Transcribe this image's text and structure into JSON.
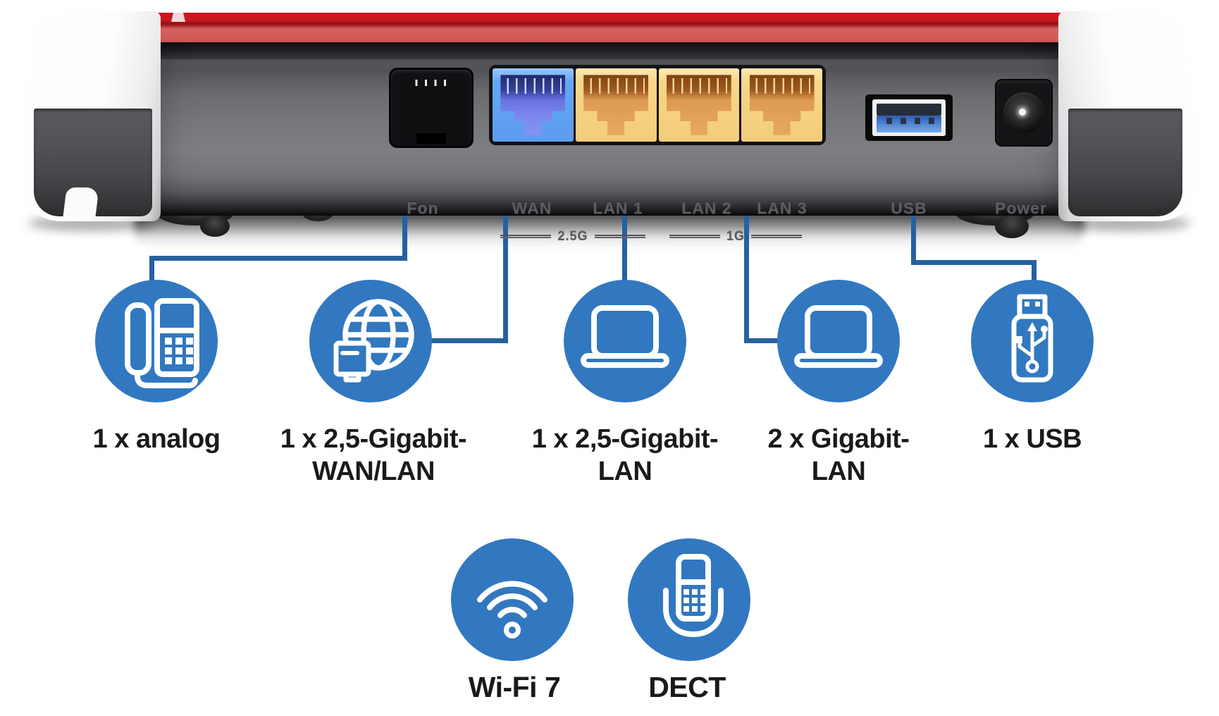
{
  "device": {
    "name": "Router rear panel",
    "ports": [
      {
        "id": "fon",
        "label": "Fon"
      },
      {
        "id": "wan",
        "label": "WAN"
      },
      {
        "id": "lan1",
        "label": "LAN 1"
      },
      {
        "id": "lan2",
        "label": "LAN 2"
      },
      {
        "id": "lan3",
        "label": "LAN 3"
      },
      {
        "id": "usb",
        "label": "USB"
      },
      {
        "id": "power",
        "label": "Power"
      }
    ],
    "speed_marks": [
      {
        "label": "2.5G"
      },
      {
        "label": "1G"
      }
    ]
  },
  "callouts": {
    "top_row": [
      {
        "icon": "analog-phone-icon",
        "label_lines": [
          "1 x analog"
        ]
      },
      {
        "icon": "internet-globe-icon",
        "label_lines": [
          "1 x 2,5-Gigabit-",
          "WAN/LAN"
        ]
      },
      {
        "icon": "laptop-icon",
        "label_lines": [
          "1 x 2,5-Gigabit-",
          "LAN"
        ]
      },
      {
        "icon": "laptop-icon",
        "label_lines": [
          "2 x Gigabit-",
          "LAN"
        ]
      },
      {
        "icon": "usb-stick-icon",
        "label_lines": [
          "1 x USB"
        ]
      }
    ],
    "bottom_row": [
      {
        "icon": "wifi-icon",
        "label_lines": [
          "Wi-Fi 7"
        ]
      },
      {
        "icon": "dect-handset-icon",
        "label_lines": [
          "DECT"
        ]
      }
    ]
  },
  "colors": {
    "callout_blue": "#3178c0",
    "connector_blue": "#26619f",
    "top_red": "#b5352b",
    "wan_port_blue": "#63a7f4",
    "lan_port_yellow": "#f8d78a",
    "label_text": "#1a1a1a"
  }
}
